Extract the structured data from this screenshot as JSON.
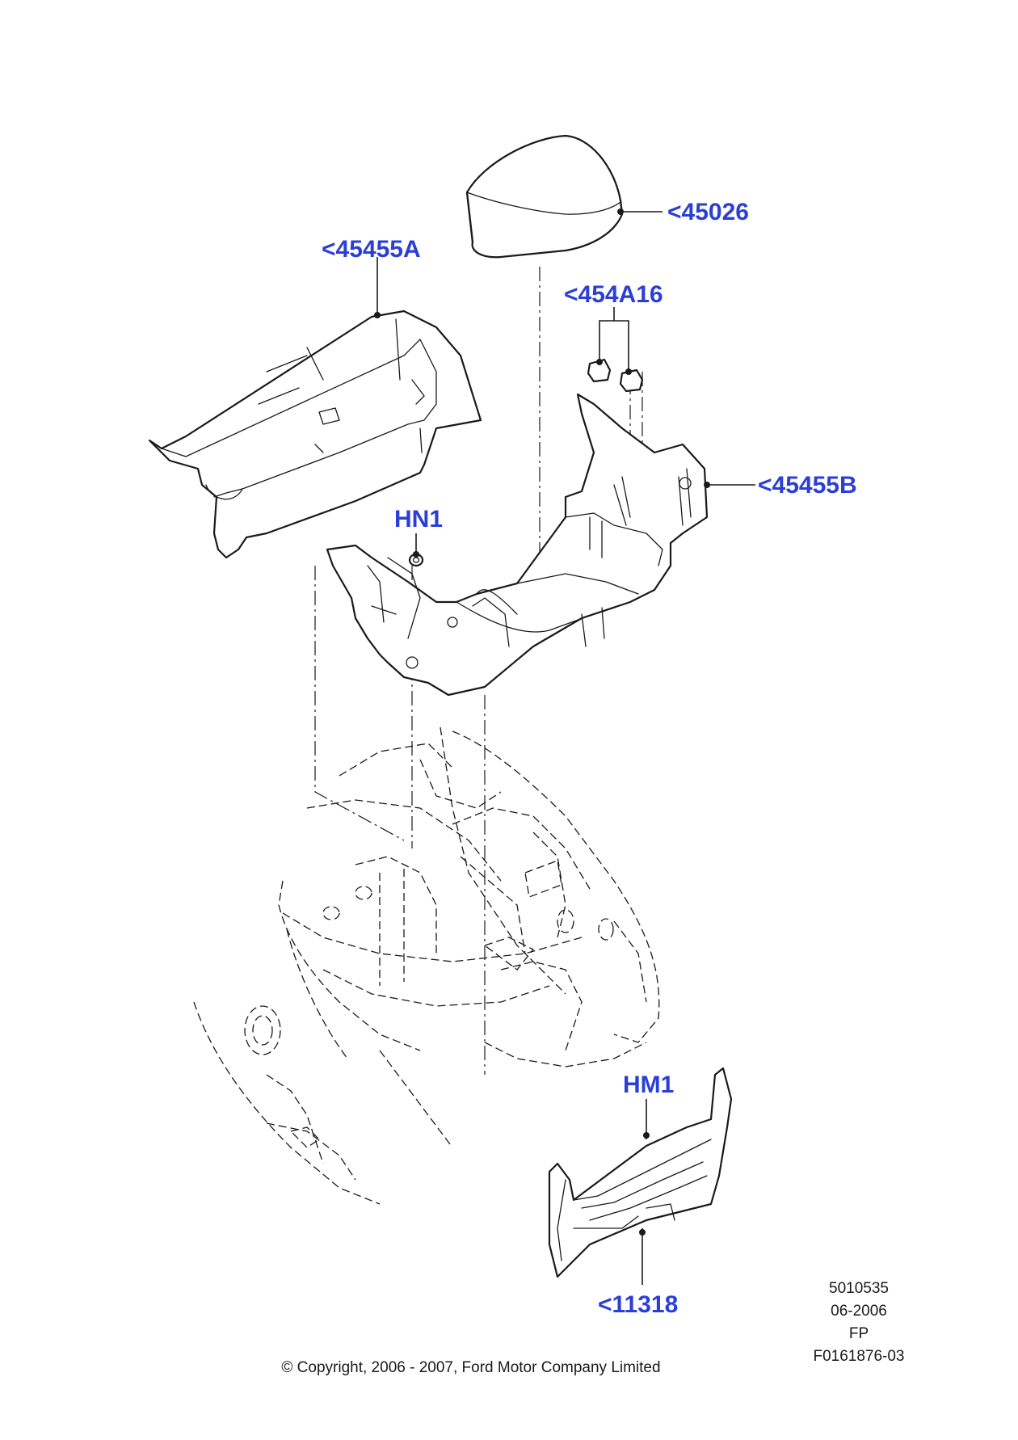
{
  "callouts": {
    "part_45026": "<45026",
    "part_45455A": "<45455A",
    "part_454A16": "<454A16",
    "part_45455B": "<45455B",
    "part_HN1": "HN1",
    "part_HM1": "HM1",
    "part_11318": "<11318"
  },
  "meta": {
    "line1": "5010535",
    "line2": "06-2006",
    "line3": "FP",
    "line4": "F0161876-03"
  },
  "footer": {
    "copyright": "© Copyright, 2006 - 2007, Ford Motor Company Limited"
  },
  "colors": {
    "callout": "#2b3fd6",
    "lines": "#1a1a1a",
    "background": "#ffffff"
  }
}
